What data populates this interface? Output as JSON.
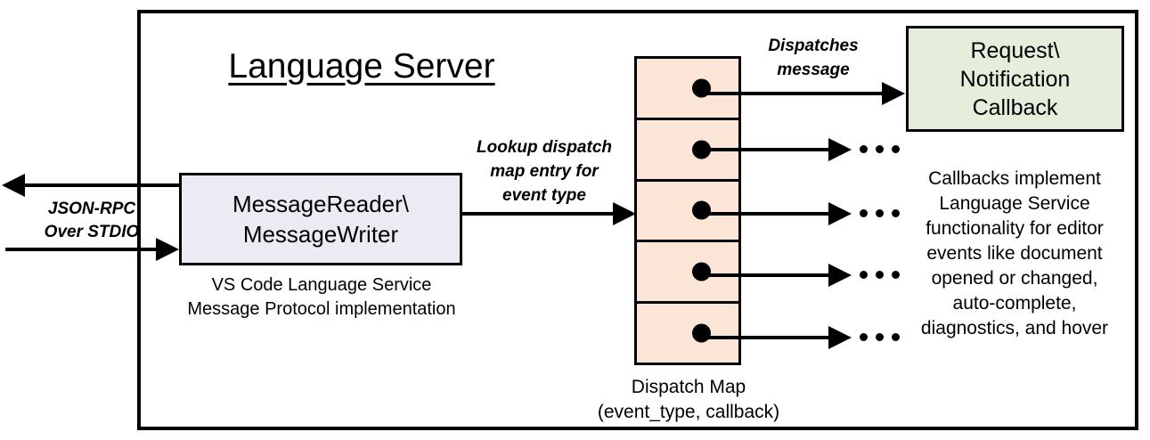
{
  "diagram": {
    "title": "Language Server",
    "external_protocol_label": "JSON-RPC\nOver STDIO",
    "external_protocol_line1": "JSON-RPC",
    "external_protocol_line2": "Over STDIO"
  },
  "message_io": {
    "box_line1": "MessageReader\\",
    "box_line2": "MessageWriter",
    "caption_line1": "VS Code Language Service",
    "caption_line2": "Message Protocol implementation"
  },
  "lookup_edge": {
    "label_line1": "Lookup dispatch",
    "label_line2": "map entry for",
    "label_line3": "event type"
  },
  "dispatch_map": {
    "caption_line1": "Dispatch Map",
    "caption_line2": "(event_type, callback)",
    "rows": [
      {
        "index": 1,
        "dot": "callback-dot"
      },
      {
        "index": 2,
        "dot": "callback-dot"
      },
      {
        "index": 3,
        "dot": "callback-dot"
      },
      {
        "index": 4,
        "dot": "callback-dot"
      },
      {
        "index": 5,
        "dot": "callback-dot"
      }
    ],
    "fill_color": "#FBE5D6"
  },
  "dispatch_edge": {
    "label_line1": "Dispatches",
    "label_line2": "message"
  },
  "callback": {
    "box_line1": "Request\\",
    "box_line2": "Notification",
    "box_line3": "Callback",
    "fill_color": "#E5EDDB",
    "description_line1": "Callbacks implement",
    "description_line2": "Language Service",
    "description_line3": "functionality for editor",
    "description_line4": "events like document",
    "description_line5": "opened or changed,",
    "description_line6": "auto-complete,",
    "description_line7": "diagnostics, and hover"
  },
  "colors": {
    "message_box_fill": "#EDEAF3",
    "dispatch_map_fill": "#FBE5D6",
    "callback_box_fill": "#E5EDDB",
    "stroke": "#000000",
    "background": "#FFFFFF"
  }
}
